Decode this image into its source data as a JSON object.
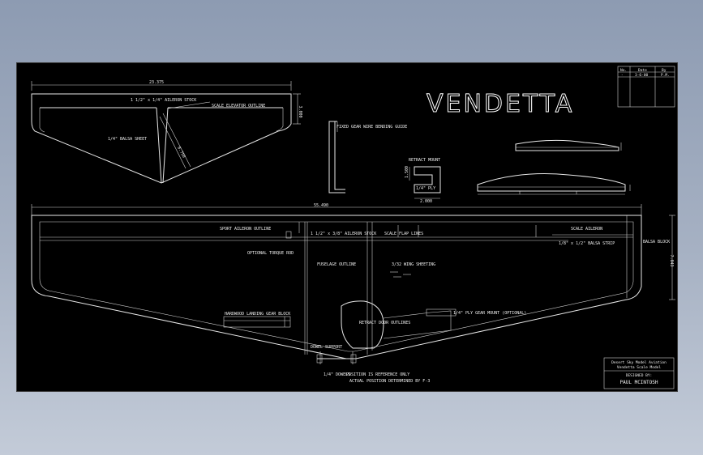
{
  "drawing": {
    "title": "VENDETTA",
    "tail": {
      "span_dim": "23.375",
      "depth_dim": "3.000",
      "angle_dim": "8.750",
      "stock_label": "1 1/2\" x 1/4\" AILERON STOCK",
      "outline_label": "SCALE ELEVATOR OUTLINE",
      "sheet_label": "1/4\" BALSA SHEET"
    },
    "gear_guide_label": "FIXED GEAR WIRE BENDING GUIDE",
    "retract_mount": {
      "title": "RETRACT MOUNT",
      "ply_label": "1/4\" PLY",
      "height_dim": "1.500",
      "width_dim": "2.000"
    },
    "wing": {
      "span_dim": "55.490",
      "height_dim": "7.843",
      "sport_aileron": "SPORT AILERON OUTLINE",
      "aileron_stock": "1 1/2\" x 3/8\" AILERON STOCK",
      "scale_flap": "SCALE FLAP LINES",
      "scale_aileron": "SCALE AILERON",
      "balsa_strip": "1/8\" x 1/2\" BALSA STRIP",
      "balsa_block": "BALSA BLOCK",
      "torque_rod": "OPTIONAL TORQUE ROD",
      "fuselage": "FUSELAGE OUTLINE",
      "sheeting": "3/32 WING SHEETING",
      "hardwood": "HARDWOOD LANDING GEAR BLOCK",
      "retract_door": "RETRACT DOOR OUTLINES",
      "ply_gear": "1/4\" PLY GEAR MOUNT (OPTIONAL)",
      "dowel_support": "DOWEL SUPPORT",
      "dowels": "1/4\" DOWELS",
      "position_note": "POSITION IS REFERENCE ONLY",
      "actual_note": "ACTUAL POSITION DETERMINED BY F-3"
    },
    "revision_block": {
      "headers": [
        "No.",
        "Date",
        "By"
      ],
      "row": [
        "-",
        "3-6-00",
        "P.M."
      ]
    },
    "title_block": {
      "line1": "Desert Sky Model Aviation",
      "line2": "Vendetta Scale Model",
      "designed_by": "DESIGNED BY:",
      "designer": "PAUL MCINTOSH"
    }
  }
}
